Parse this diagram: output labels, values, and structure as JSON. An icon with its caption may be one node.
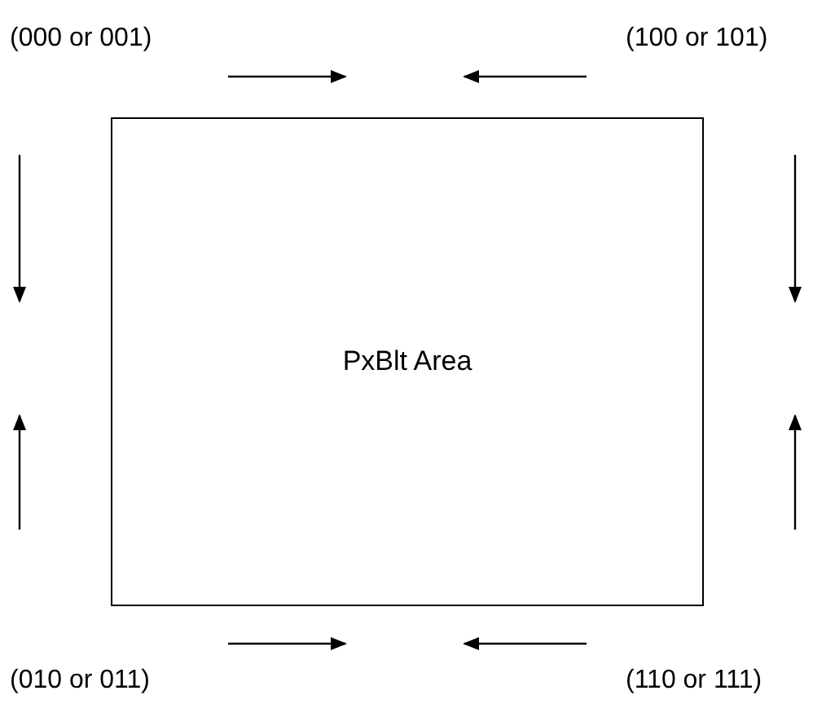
{
  "diagram": {
    "nodes": [
      {
        "text": [
          "PxBlt Area"
        ]
      }
    ],
    "edges": [],
    "labels": [
      "(000 or 001)",
      "(100 or 101)",
      "(010 or 011)",
      "(110 or 111)"
    ]
  }
}
